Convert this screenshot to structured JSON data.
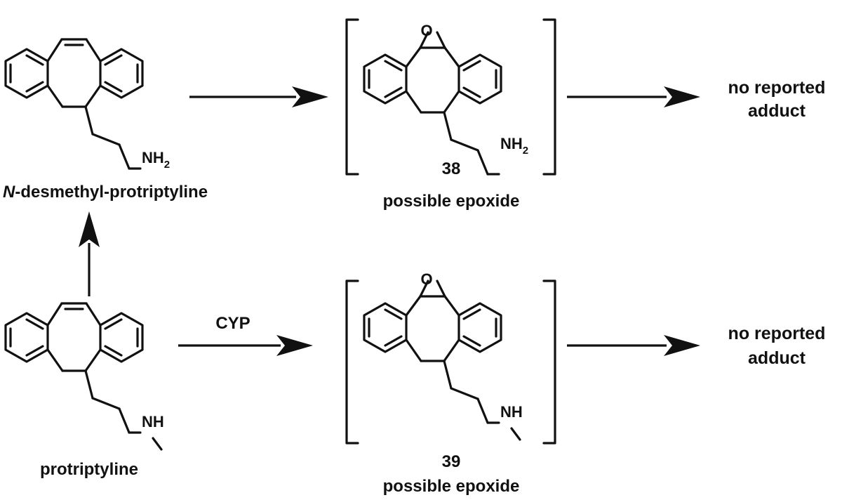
{
  "compounds": {
    "desmethyl": {
      "name_prefix": "N",
      "name_rest": "-desmethyl-protriptyline",
      "amine": "NH",
      "amine_sub": "2"
    },
    "protriptyline": {
      "name": "protriptyline",
      "amine": "NH"
    },
    "epoxide38": {
      "number": "38",
      "caption": "possible epoxide",
      "oxygen": "O",
      "amine": "NH",
      "amine_sub": "2"
    },
    "epoxide39": {
      "number": "39",
      "caption": "possible epoxide",
      "oxygen": "O",
      "amine": "NH"
    }
  },
  "arrows": {
    "cyp_label": "CYP"
  },
  "outcomes": {
    "top": {
      "line1": "no reported",
      "line2": "adduct"
    },
    "bottom": {
      "line1": "no reported",
      "line2": "adduct"
    }
  }
}
